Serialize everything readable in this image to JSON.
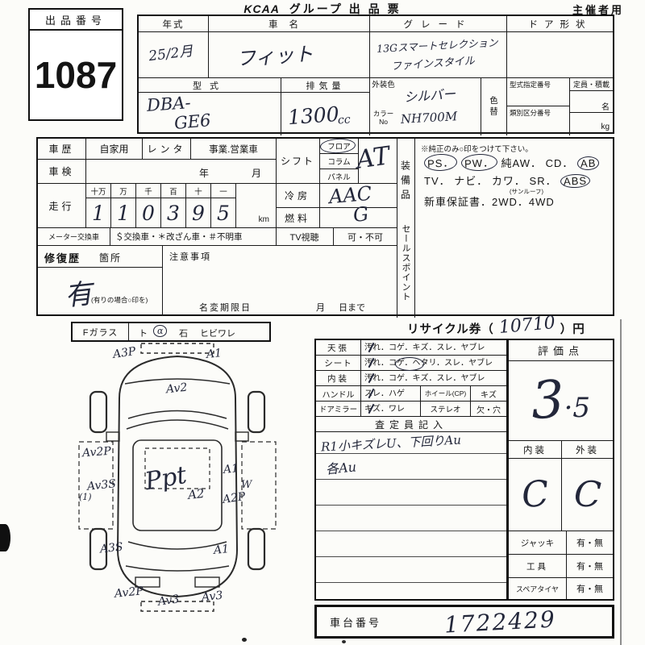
{
  "header": {
    "brand": "KCAA",
    "title": "グループ 出 品 票",
    "right_label": "主催者用"
  },
  "lot": {
    "label": "出品番号",
    "number": "1087"
  },
  "top": {
    "year_label": "年式",
    "year_value": "25/2月",
    "name_label": "車名",
    "name_value": "フィット",
    "grade_label": "グレード",
    "grade_line1": "13Gスマートセレクション",
    "grade_line2": "ファインスタイル",
    "door_label": "ドア形状",
    "model_label": "型式",
    "model_line1": "DBA-",
    "model_line2": "GE6",
    "disp_label": "排気量",
    "disp_value": "1300",
    "disp_unit": "cc",
    "color_label": "外装色",
    "color_no_label": "カラーNo",
    "color_value": "シルバー",
    "color_no_value": "NH700M",
    "recolor_label": "色替",
    "type_cert_label": "型式指定番号",
    "class_label": "類別区分番号",
    "capacity_label": "定員・積載",
    "capacity_unit_persons": "名",
    "capacity_unit_kg": "kg"
  },
  "history": {
    "label": "車歴",
    "private": "自家用",
    "rental": "レンタ",
    "business": "事業.営業車",
    "inspection_label": "車検",
    "inspection_year": "年",
    "inspection_month": "月",
    "mileage_label": "走行",
    "digit_headers": [
      "十万",
      "万",
      "千",
      "百",
      "十",
      "一"
    ],
    "digits": [
      "1",
      "1",
      "0",
      "3",
      "9",
      "5"
    ],
    "unit": "km",
    "meter_label": "メーター交換車",
    "meter_options": "＄交換車・＊改ざん車・＃不明車",
    "repair_label": "修復歴",
    "repair_sub": "箇所",
    "repair_value": "有",
    "repair_note": "(有りの場合○印を)",
    "caution_label": "注意事項",
    "rename_label": "名変期限日",
    "rename_month": "月",
    "rename_until": "日まで"
  },
  "controls": {
    "shift_label": "シフト",
    "shift_floor": "フロア",
    "shift_column": "コラム",
    "shift_panel": "パネル",
    "shift_value": "AT",
    "ac_label": "冷房",
    "ac_value": "AAC",
    "fuel_label": "燃料",
    "fuel_value": "G",
    "tv_label": "TV視聴",
    "tv_value": "可・不可"
  },
  "equipment": {
    "label": "装備品",
    "note": "※純正のみ○印をつけて下さい。",
    "line1": [
      "PS．",
      "PW．",
      "純AW．",
      "CD．",
      "AB"
    ],
    "line2": [
      "TV．",
      "ナビ．",
      "カワ．",
      "SR．",
      "ABS"
    ],
    "line2_note": "(サンルーフ)",
    "line3": "新車保証書．2WD．4WD",
    "sales_label": "セールスポイント"
  },
  "fglass": {
    "label": "Fガラス",
    "item1": "ト",
    "item2": "石",
    "item3": "ヒビワレ",
    "mark": "α"
  },
  "diagram": {
    "marks": [
      "A3P",
      "A1",
      "Av2",
      "Av2P",
      "Av3S",
      "(1)",
      "Ppt",
      "A2",
      "A1",
      "A2P",
      "W",
      "A3S",
      "A1",
      "Av2P",
      "Av3",
      "Av3"
    ]
  },
  "recycle": {
    "label_pre": "リサイクル券（",
    "value": "10710",
    "label_post": "）円"
  },
  "condition": {
    "rows": [
      {
        "label": "天張",
        "items": "汚れ．コゲ．キズ．スレ．ヤブレ"
      },
      {
        "label": "シート",
        "items": "汚れ．コゲ．ヘタリ．スレ．ヤブレ"
      },
      {
        "label": "内装",
        "items": "汚れ．コゲ．キズ．スレ．ヤブレ"
      },
      {
        "label": "ハンドル",
        "items": "スレ．ハゲ",
        "label2": "ホイール(CP)",
        "items2": "キズ"
      },
      {
        "label": "ドアミラー",
        "items": "キズ．ワレ",
        "label2": "ステレオ",
        "items2": "欠・穴"
      }
    ],
    "inspector_label": "査定員記入",
    "note1": "R1小キズレU、下回りAu",
    "note2": "各Au"
  },
  "score": {
    "label": "評価点",
    "value_main": "3",
    "value_sub": "·5",
    "interior_label": "内装",
    "exterior_label": "外装",
    "interior_value": "C",
    "exterior_value": "C",
    "jack_label": "ジャッキ",
    "jack_value": "有・無",
    "tool_label": "工具",
    "tool_value": "有・無",
    "spare_label": "スペアタイヤ",
    "spare_value": "有・無"
  },
  "chassis": {
    "label": "車台番号",
    "value": "1722429"
  }
}
